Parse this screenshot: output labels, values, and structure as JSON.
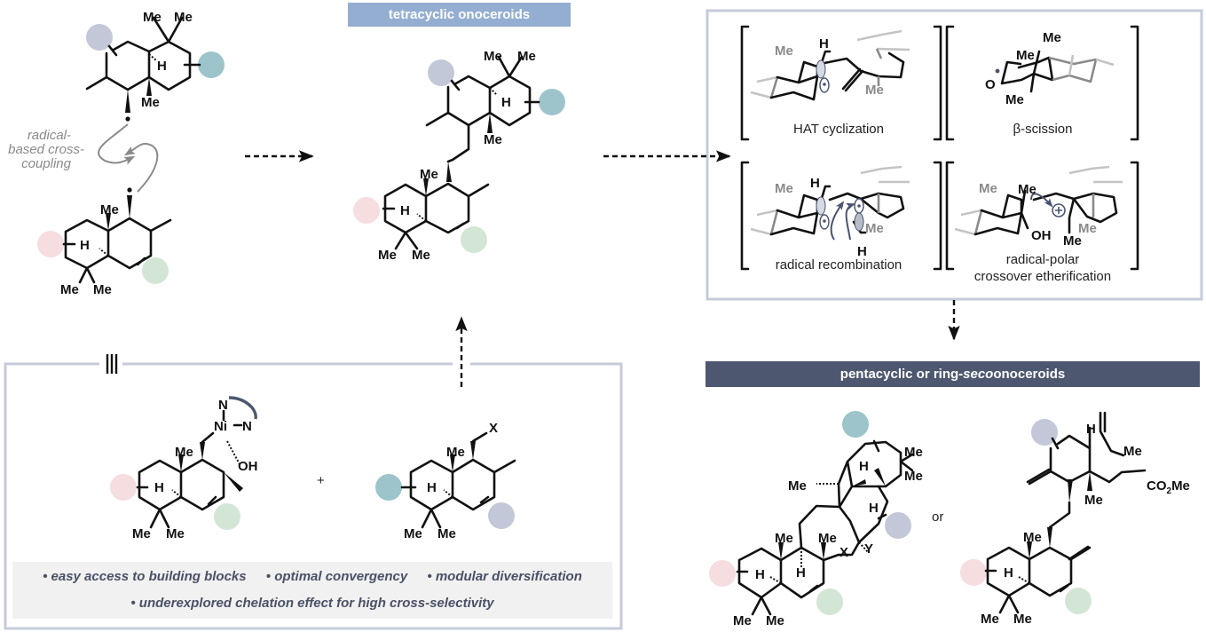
{
  "headers": {
    "tetracyclic": "tetracyclic onoceroids",
    "pentacyclic_prefix": "pentacyclic or ring-",
    "pentacyclic_italic": "seco",
    "pentacyclic_suffix": " onoceroids"
  },
  "colors": {
    "header_tetracyclic": "#94aed2",
    "header_pentacyclic": "#4d5870",
    "box_border": "#c6cbd9",
    "circle_lavender": "#c3c8d8",
    "circle_teal": "#9ec4cb",
    "circle_pink": "#f5dde0",
    "circle_green": "#d3e6d5",
    "orbital_blue": "#4a5470"
  },
  "top_left": {
    "annotation_line1": "radical-",
    "annotation_line2": "based cross-",
    "annotation_line3": "coupling"
  },
  "atoms": {
    "me": "Me",
    "h": "H",
    "oh": "OH",
    "x": "X",
    "y": "Y",
    "n": "N",
    "ni": "Ni",
    "o": "O",
    "co2me_main": "CO",
    "co2me_sub": "2",
    "co2me_end": "Me",
    "plus_sign": "+",
    "or_word": "or",
    "retro_symbol": "|||"
  },
  "mechanisms": [
    {
      "label": "HAT cyclization"
    },
    {
      "label": "β-scission"
    },
    {
      "label": "radical recombination"
    },
    {
      "label_line1": "radical-polar",
      "label_line2": "crossover etherification"
    }
  ],
  "features": {
    "row1": [
      "• easy access to building blocks",
      "• optimal convergency",
      "• modular diversification"
    ],
    "row2": [
      "• underexplored chelation effect for high cross-selectivity"
    ]
  }
}
